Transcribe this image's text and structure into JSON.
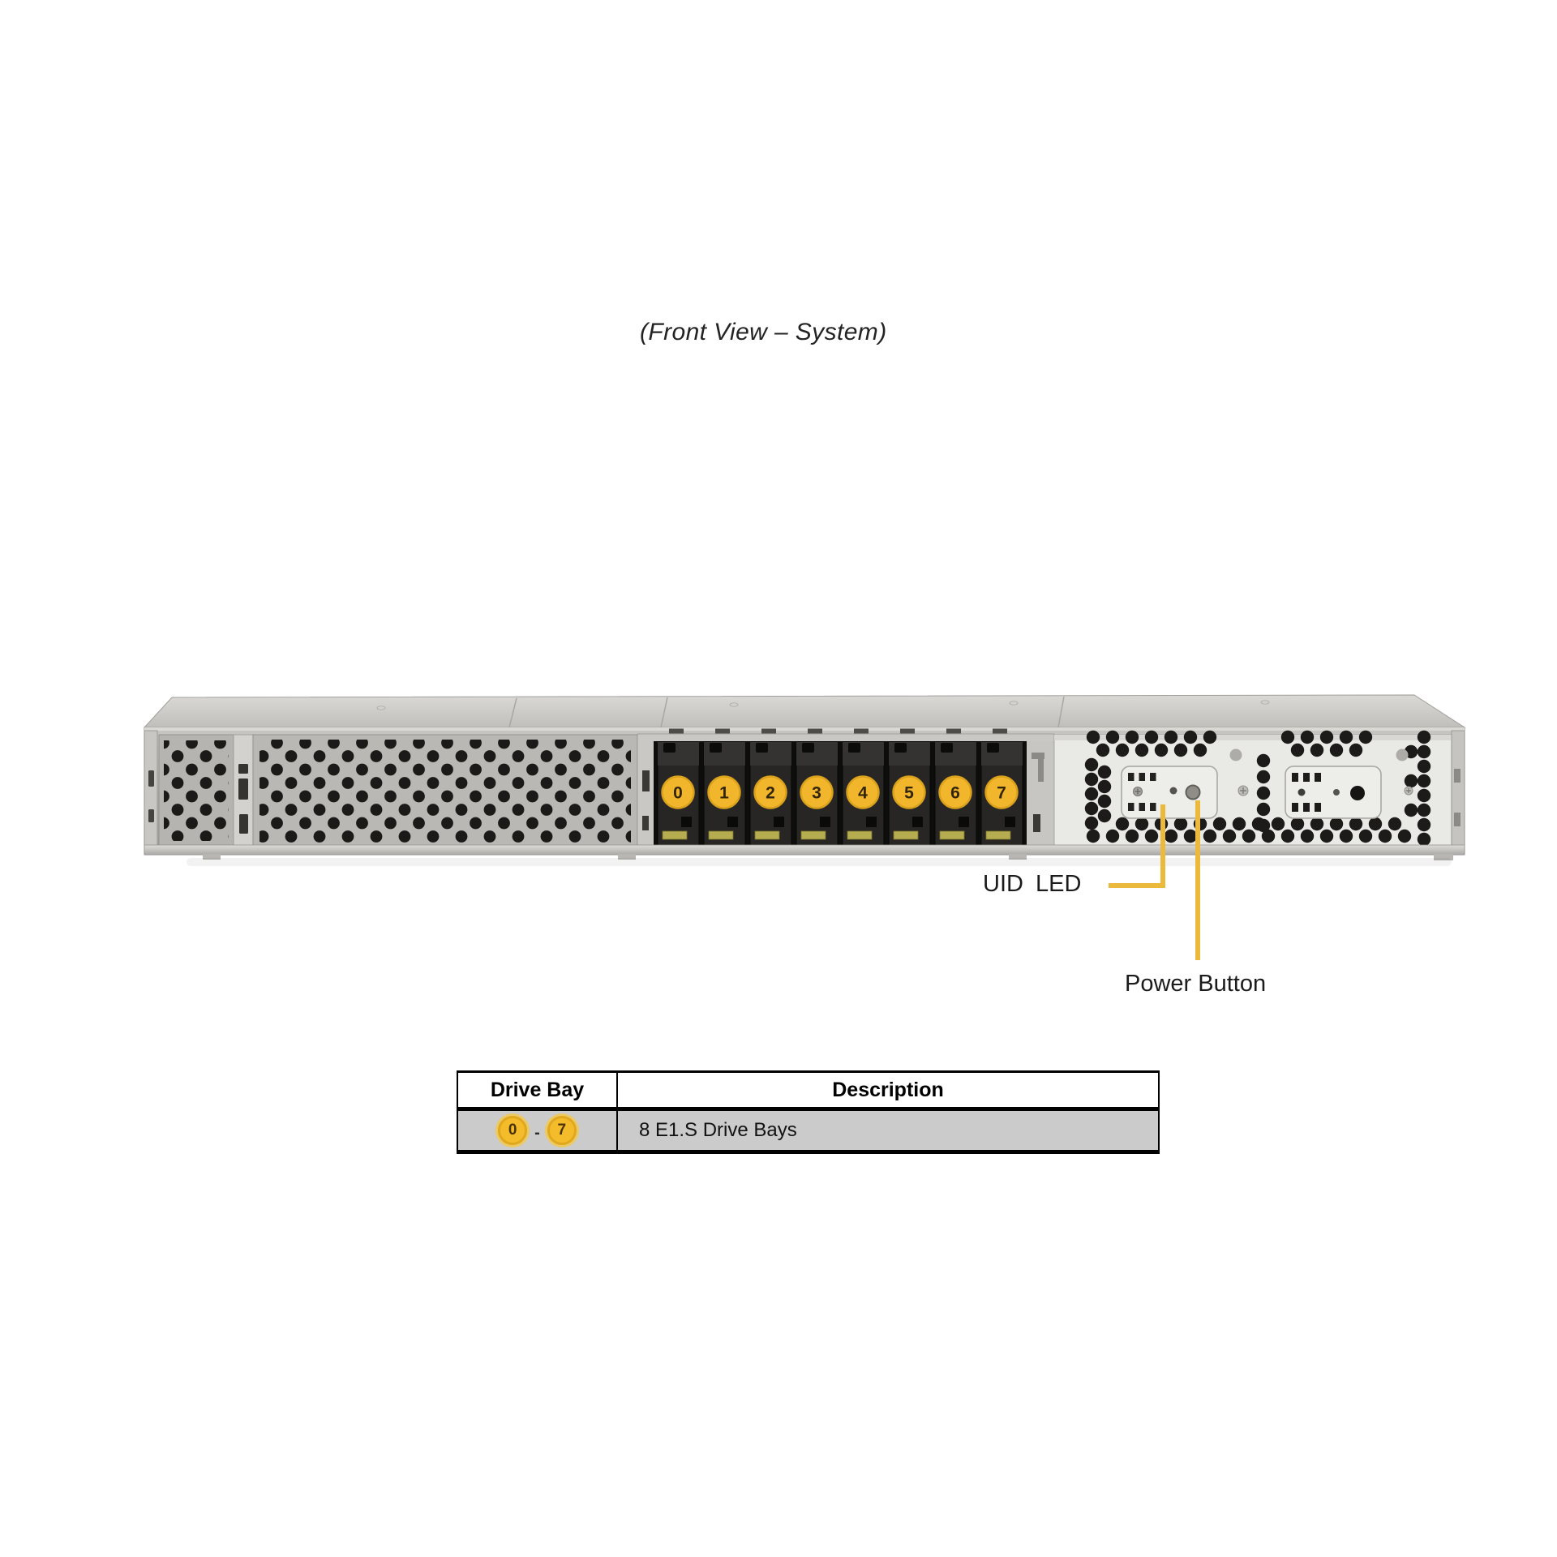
{
  "figure": {
    "title": "(Front View – System)"
  },
  "chassis": {
    "drive_bay_labels": [
      "0",
      "1",
      "2",
      "3",
      "4",
      "5",
      "6",
      "7"
    ],
    "annotations": {
      "uid_led": "UID LED",
      "power_button": "Power Button"
    }
  },
  "table": {
    "headers": [
      "Drive Bay",
      "Description"
    ],
    "row": {
      "bay_start": "0",
      "separator": "-",
      "bay_end": "7",
      "description": "8 E1.S Drive Bays"
    }
  },
  "colors": {
    "leader_line_yellow": "#EBB93B",
    "bay_badge_yellow": "#F2B62C",
    "bay_badge_ring": "#D9A11C",
    "table_row_bg": "#CBCBCB"
  }
}
